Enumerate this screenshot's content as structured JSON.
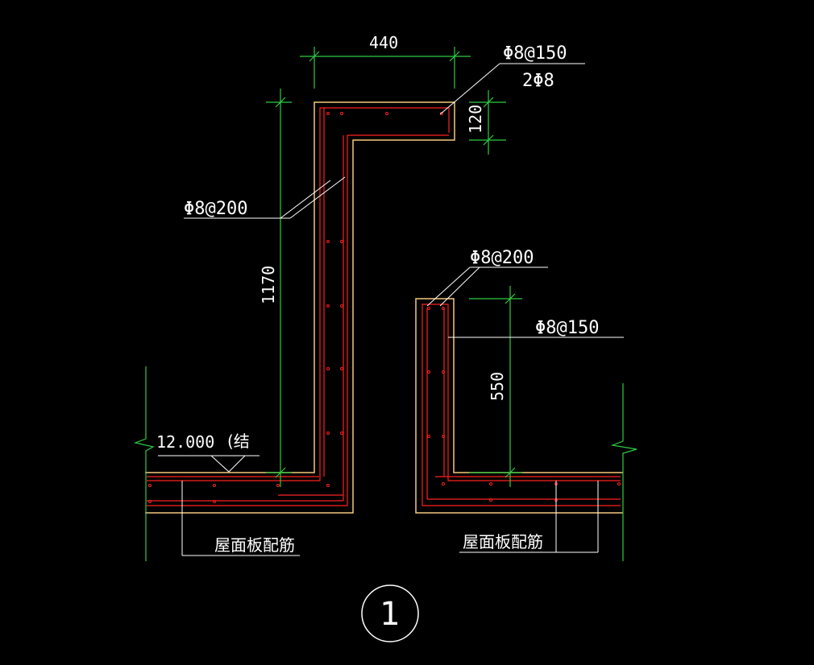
{
  "colors": {
    "background": "#000000",
    "concrete_outline": "#f5c87a",
    "rebar": "#ff2020",
    "dimension": "#2ecc40",
    "text": "#ffffff"
  },
  "dimensions": {
    "top_width": "440",
    "top_thickness": "120",
    "left_height": "1170",
    "right_height": "550"
  },
  "rebar_notes": {
    "top_right_main": "Φ8@150",
    "top_right_sub": "2Φ8",
    "left_wall": "Φ8@200",
    "right_wall_top": "Φ8@200",
    "right_wall_side": "Φ8@150"
  },
  "elevation": {
    "value": "12.000",
    "note": "(结"
  },
  "slab_labels": {
    "left": "屋面板配筋",
    "right": "屋面板配筋"
  },
  "detail_number": "1"
}
